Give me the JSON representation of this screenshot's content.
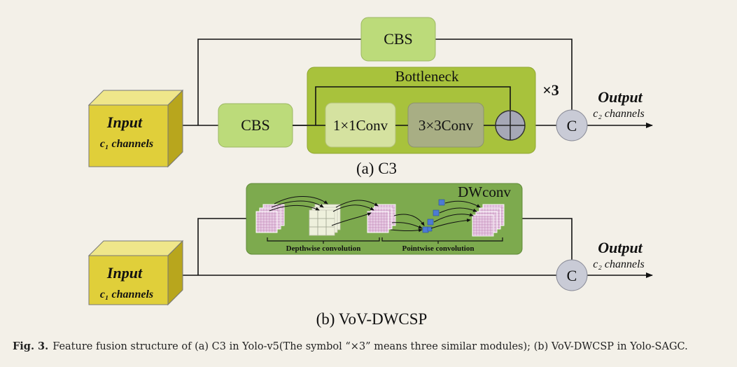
{
  "diagram_a": {
    "input_title": "Input",
    "input_channels": "c₁ channels",
    "cbs_top": "CBS",
    "cbs_main": "CBS",
    "bottleneck_title": "Bottleneck",
    "repeat": "×3",
    "conv1": "1×1Conv",
    "conv3": "3×3Conv",
    "concat": "C",
    "output_title": "Output",
    "output_channels": "c₂ channels",
    "label": "(a) C3"
  },
  "diagram_b": {
    "input_title": "Input",
    "input_channels": "c₁ channels",
    "dwconv_title": "DWconv",
    "depthwise_label": "Depthwise convolution",
    "pointwise_label": "Pointwise convolution",
    "concat": "C",
    "output_title": "Output",
    "output_channels": "c₂ channels",
    "label": "(b) VoV-DWCSP"
  },
  "caption": {
    "prefix": "Fig. 3.",
    "text": "Feature fusion structure of (a) C3 in Yolo-v5(The symbol “×3” means three similar modules); (b) VoV-DWCSP in Yolo-SAGC."
  },
  "colors": {
    "background": "#f3f0e8",
    "input_face": "#e0cf3a",
    "cbs_fill": "#bcdb7a",
    "bottleneck_fill": "#a8c23c",
    "conv1_fill": "#d5e2a0",
    "conv3_fill": "#a8ae84",
    "dwconv_fill": "#7daa4e",
    "concat_fill": "#c9cbd6"
  }
}
